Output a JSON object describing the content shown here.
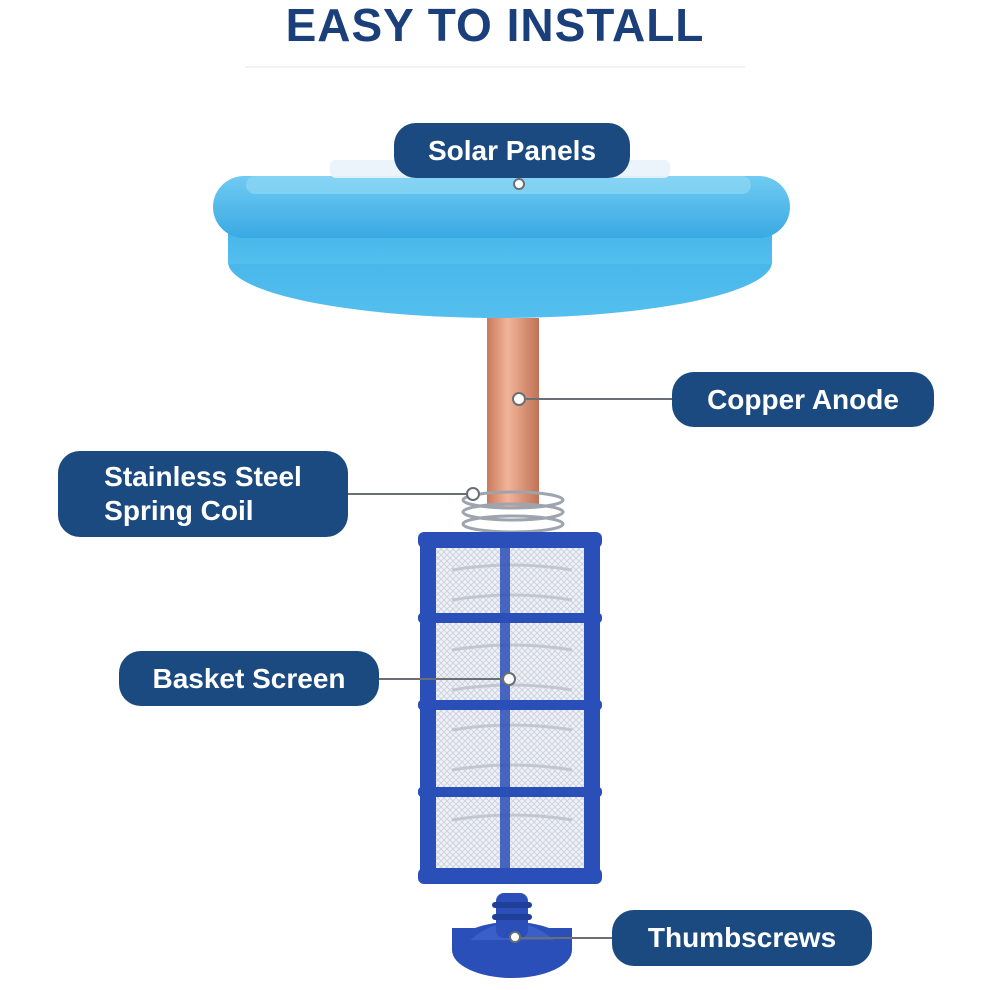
{
  "heading": "EASY TO INSTALL",
  "labels": {
    "solar_panels": "Solar Panels",
    "copper_anode": "Copper Anode",
    "spring_coil": "Stainless Steel\nSpring Coil",
    "basket_screen": "Basket Screen",
    "thumbscrews": "Thumbscrews"
  },
  "colors": {
    "heading": "#1b3f7a",
    "callout_bg": "#1b4a80",
    "float_blue": "#4bb8ea",
    "copper": "#d98f6f",
    "basket_blue": "#2a4fb8"
  }
}
